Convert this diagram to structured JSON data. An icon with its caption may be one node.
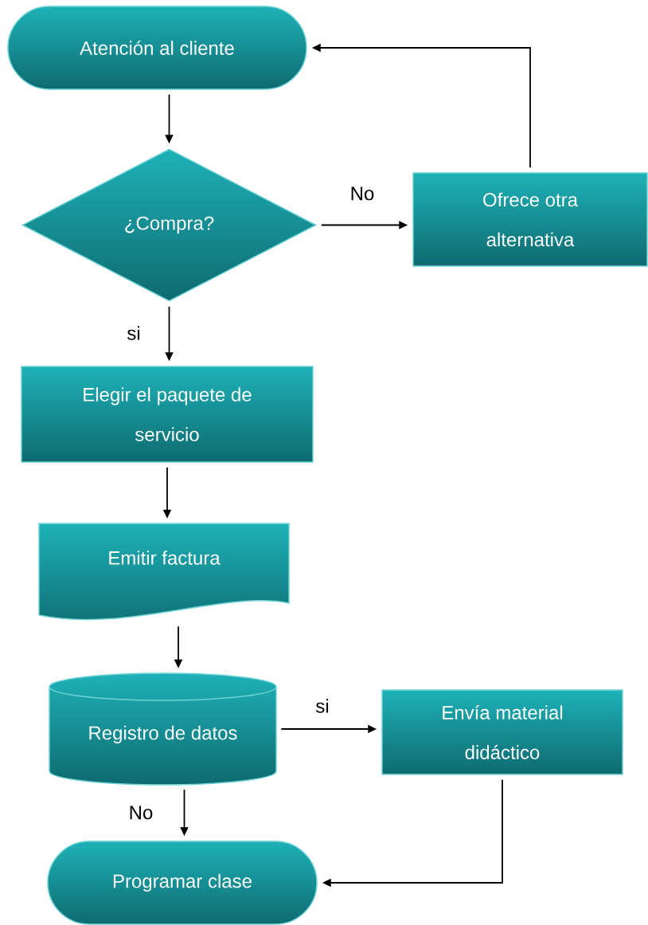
{
  "diagram": {
    "nodes": [
      {
        "text": [
          "Atención al cliente"
        ]
      },
      {
        "text": [
          "¿Compra?"
        ]
      },
      {
        "text": [
          "Ofrece otra alternativa"
        ]
      },
      {
        "text": [
          "Elegir el paquete de servicio"
        ]
      },
      {
        "text": [
          "Emitir factura"
        ]
      },
      {
        "text": [
          "Registro de datos"
        ]
      },
      {
        "text": [
          "Envía material didáctico"
        ]
      },
      {
        "text": [
          "Programar clase"
        ]
      }
    ],
    "edges": [
      {
        "from": 0,
        "to": 1,
        "arrow": "to"
      },
      {
        "from": 1,
        "to": 2,
        "arrow": "to",
        "label": "No"
      },
      {
        "from": 2,
        "to": 0,
        "arrow": "to"
      },
      {
        "from": 1,
        "to": 3,
        "arrow": "to",
        "label": "si"
      },
      {
        "from": 3,
        "to": 4,
        "arrow": "to"
      },
      {
        "from": 4,
        "to": 5,
        "arrow": "to"
      },
      {
        "from": 5,
        "to": 6,
        "arrow": "to",
        "label": "si"
      },
      {
        "from": 5,
        "to": 7,
        "arrow": "to",
        "label": "No"
      },
      {
        "from": 6,
        "to": 7,
        "arrow": "to"
      }
    ]
  }
}
